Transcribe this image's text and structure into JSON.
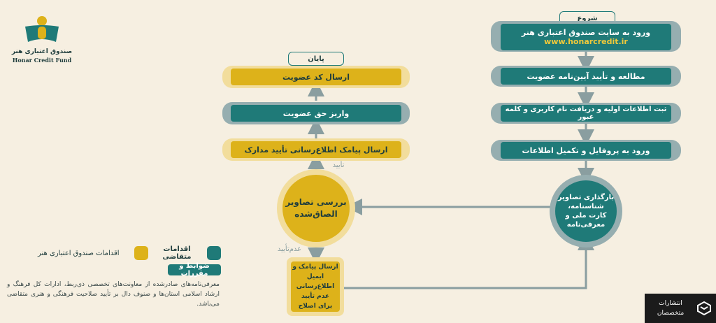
{
  "logo": {
    "name_fa": "صندوق اعتباری هنر",
    "name_en": "Honar Credit Fund"
  },
  "flow": {
    "start_label": "شروع",
    "end_label": "پایان",
    "right_steps": [
      {
        "text": "ورود به سایت صندوق اعتباری هنر",
        "url": "www.honarcredit.ir"
      },
      {
        "text": "مطالعه و تأیید آیین‌نامه عضویت"
      },
      {
        "text": "ثبت اطلاعات اولیه و دریافت نام کاربری و کلمه عبور"
      },
      {
        "text": "ورود به پروفایل و تکمیل اطلاعات"
      }
    ],
    "upload_circle": [
      "بارگذاری تصاویر",
      "شناسنامه،",
      "کارت ملی و",
      "معرفی‌نامه"
    ],
    "review_circle": [
      "بررسی تصاویر",
      "الصاق‌شده"
    ],
    "approve_label": "تأیید",
    "reject_label": "عدم‌تأیید",
    "reject_box": [
      "ارسال پیامک و",
      "ایمیل اطلاع‌رسانی",
      "عدم تأیید",
      "برای اصلاح"
    ],
    "left_steps": [
      {
        "text": "ارسال کد عضویت"
      },
      {
        "text": "واریز حق عضویت"
      },
      {
        "text": "ارسال پیامک اطلاع‌رسانی تأیید مدارک"
      }
    ]
  },
  "legend": {
    "applicant": "اقدامات متقاضی",
    "fund": "اقدامات صندوق اعتباری هنر",
    "rules_title": "ضوابط و مقررات",
    "rules_text": "معرفی‌نامه‌های صادرشده از معاونت‌های تخصصی ذی‌ربط، ادارات کل فرهنگ و ارشاد اسلامی استان‌ها و صنوف دال بر تأیید صلاحیت فرهنگی و هنری متقاضی می‌باشد."
  },
  "publisher": {
    "line1": "انتشارات",
    "line2": "متخصصان"
  },
  "colors": {
    "background": "#f6efe1",
    "teal": "#1f7a78",
    "gold": "#ddb21a",
    "grey_band": "#96aeb0",
    "cream_band": "#f2dd9c"
  }
}
